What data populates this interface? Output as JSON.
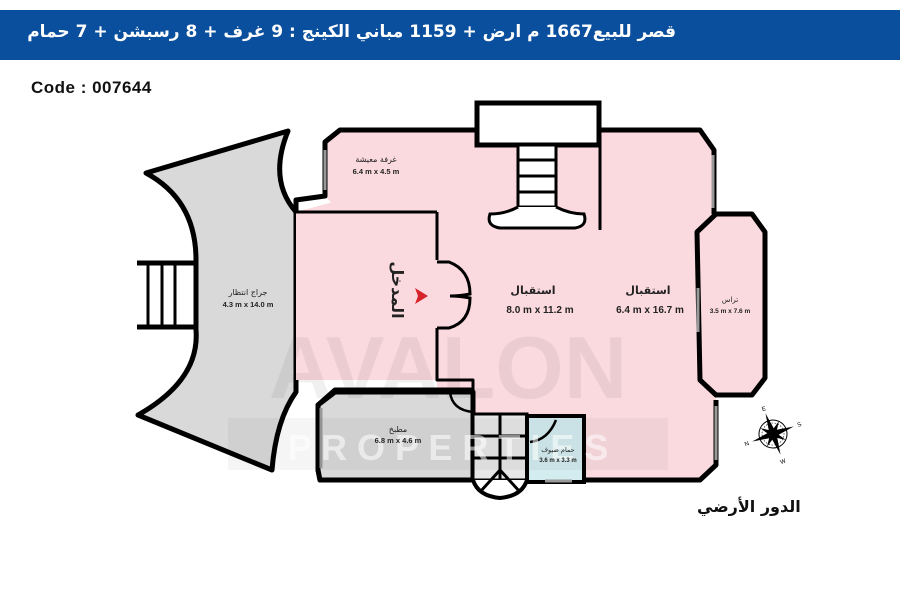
{
  "header": {
    "title": "قصر للبيع1667 م ارض + 1159 مباني الكينج :  9 غرف + 8 رسبشن + 7 حمام",
    "background_color": "#0a4f9e"
  },
  "listing": {
    "code_label": "Code : 007644"
  },
  "floor_plan": {
    "floor_name": "الدور الأرضي",
    "entrance_label": "المدخل",
    "entrance_arrow_color": "#d9232a",
    "rooms": [
      {
        "id": "living",
        "name": "غرفة معيشة",
        "dimensions": "6.4 m x 4.5 m",
        "fill": "#fadadf"
      },
      {
        "id": "garage",
        "name": "جراج انتظار",
        "dimensions": "4.3 m x 14.0 m",
        "fill": "#d9d9da"
      },
      {
        "id": "reception1",
        "name": "استقبال",
        "dimensions": "8.0 m x 11.2 m",
        "fill": "#fadadf"
      },
      {
        "id": "reception2",
        "name": "استقبال",
        "dimensions": "6.4 m x 16.7 m",
        "fill": "#fadadf"
      },
      {
        "id": "terrace",
        "name": "تراس",
        "dimensions": "3.5 m x 7.6 m",
        "fill": "#fadadf"
      },
      {
        "id": "kitchen",
        "name": "مطبخ",
        "dimensions": "6.8 m x 4.6 m",
        "fill": "#d9d9da"
      },
      {
        "id": "guest_bath",
        "name": "حمام ضيوف",
        "dimensions": "3.6 m x 3.3 m",
        "fill": "#d3ecef"
      }
    ],
    "compass": {
      "n": "N",
      "e": "E",
      "s": "S",
      "w": "W"
    },
    "watermark": {
      "line1": "AVALON",
      "line2": "P R O P E R T I E S"
    }
  }
}
